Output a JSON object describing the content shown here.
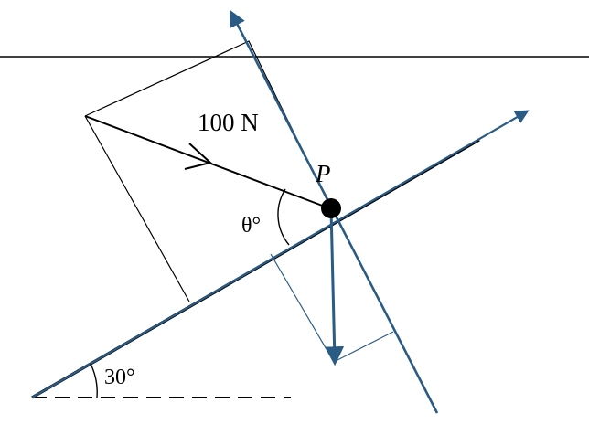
{
  "diagram": {
    "force_label": "100 N",
    "point_label": "P",
    "angle_theta_label": "θ°",
    "incline_angle_label": "30°",
    "colors": {
      "ink": "#000000",
      "axis_blue": "#2a5b85"
    }
  }
}
